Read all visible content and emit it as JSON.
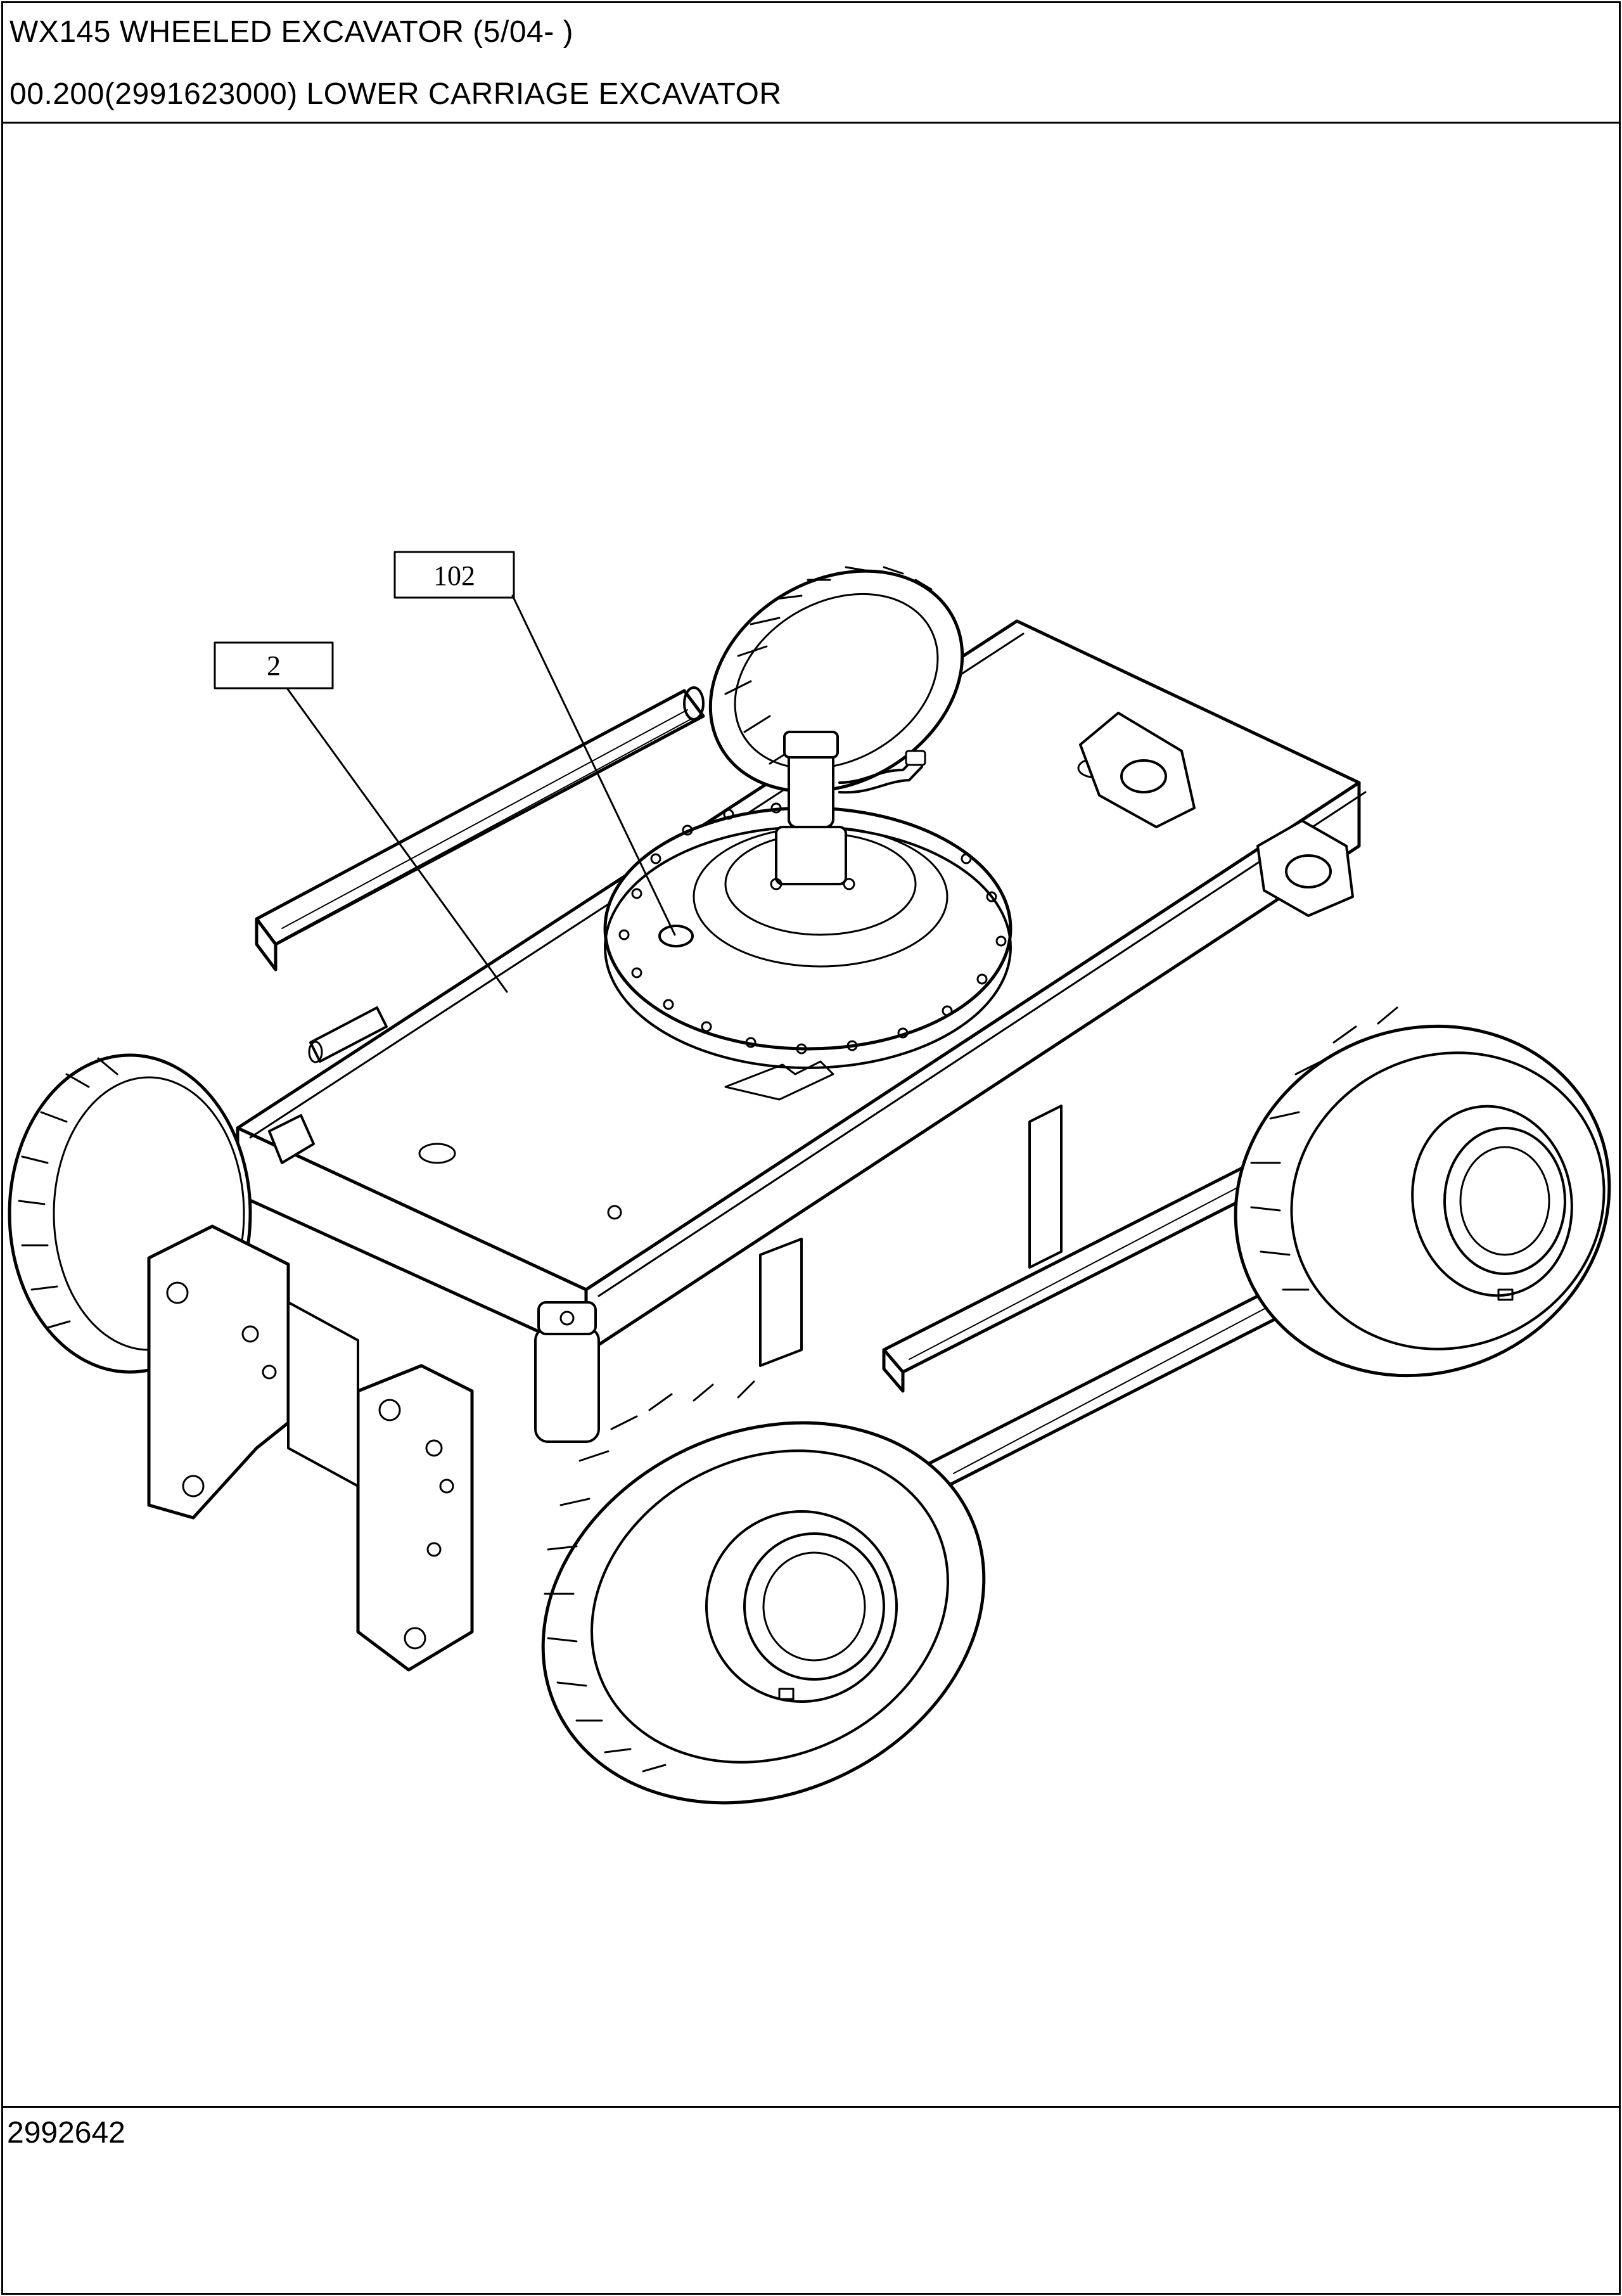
{
  "header": {
    "title": "WX145 WHEELED EXCAVATOR (5/04- )",
    "subtitle": "00.200(2991623000) LOWER CARRIAGE EXCAVATOR"
  },
  "drawing": {
    "callouts": [
      {
        "label": "102"
      },
      {
        "label": "2"
      }
    ]
  },
  "footer": {
    "reference": "2992642"
  }
}
